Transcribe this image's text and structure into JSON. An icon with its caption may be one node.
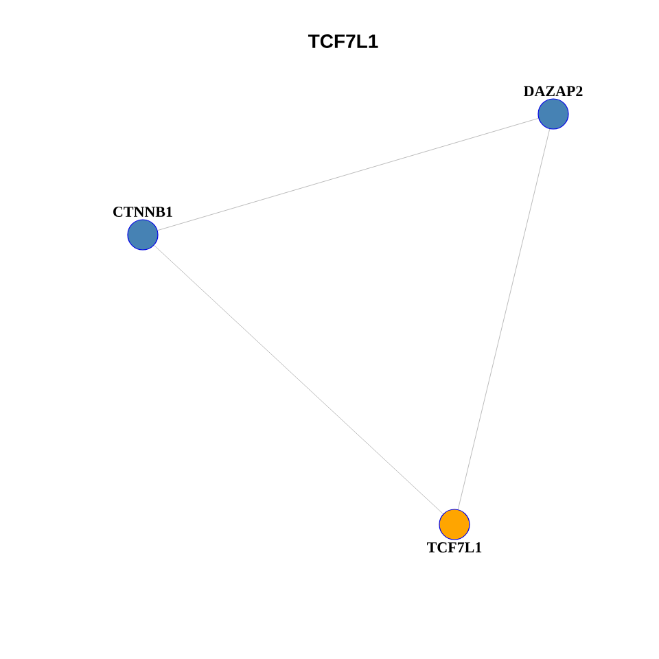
{
  "diagram": {
    "title": "TCF7L1",
    "nodes": [
      {
        "text": [
          "DAZAP2"
        ]
      },
      {
        "text": [
          "CTNNB1"
        ]
      },
      {
        "text": [
          "TCF7L1"
        ]
      }
    ],
    "edges": [
      {
        "from": 1,
        "to": 0,
        "arrow": "none"
      },
      {
        "from": 0,
        "to": 2,
        "arrow": "none"
      },
      {
        "from": 1,
        "to": 2,
        "arrow": "none"
      }
    ]
  }
}
